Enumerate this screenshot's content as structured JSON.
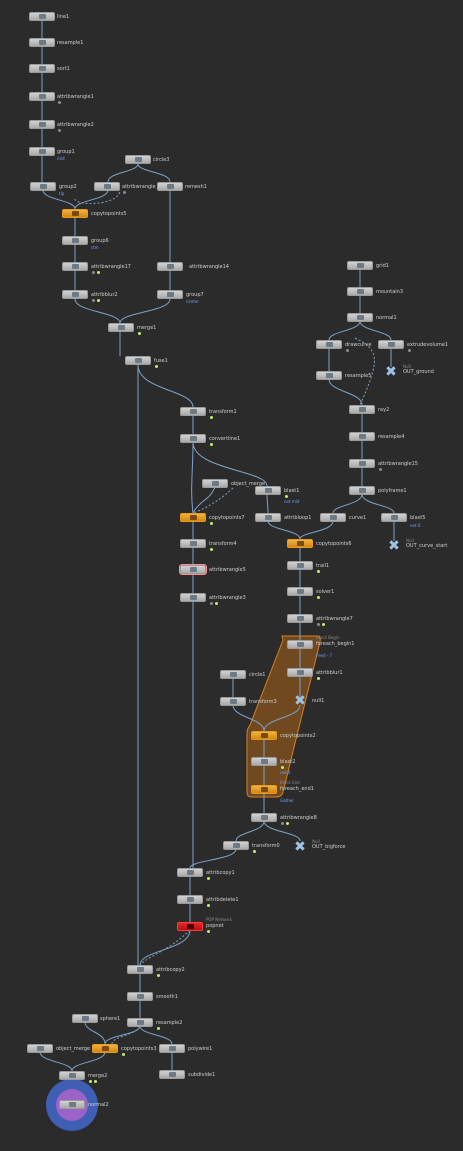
{
  "nodes": {
    "line1": {
      "label": "line1"
    },
    "resample1": {
      "label": "resample1"
    },
    "sort1": {
      "label": "sort1"
    },
    "attribwrangle1": {
      "label": "attribwrangle1"
    },
    "attribwrangle2": {
      "label": "attribwrangle2"
    },
    "group1": {
      "label": "group1",
      "sub": "mid"
    },
    "group2": {
      "label": "group2",
      "sub": "tip"
    },
    "circle3": {
      "label": "circle3"
    },
    "attribwrangle": {
      "label": "attribwrangle"
    },
    "remesh1": {
      "label": "remesh1"
    },
    "copytopoints5": {
      "label": "copytopoints5"
    },
    "group6": {
      "label": "group6",
      "sub": "stm"
    },
    "attribwrangle17": {
      "label": "attribwrangle17"
    },
    "attribwrangle14": {
      "label": "attribwrangle14"
    },
    "attribblur2": {
      "label": "attribblur2"
    },
    "group7": {
      "label": "group7",
      "sub": "center"
    },
    "merge1": {
      "label": "merge1"
    },
    "fuse1": {
      "label": "fuse1"
    },
    "grid1": {
      "label": "grid1"
    },
    "mountain3": {
      "label": "mountain3"
    },
    "normal1": {
      "label": "normal1"
    },
    "drawcurve": {
      "label": "drawcurve"
    },
    "extrudevolume1": {
      "label": "extrudevolume1"
    },
    "resample5": {
      "label": "resample5"
    },
    "out_ground": {
      "label": "OUT_ground",
      "note": "Null"
    },
    "ray2": {
      "label": "ray2"
    },
    "resample4": {
      "label": "resample4"
    },
    "attribwrangle15": {
      "label": "attribwrangle15"
    },
    "polyframe1": {
      "label": "polyframe1"
    },
    "transform1": {
      "label": "transform1"
    },
    "convertline1": {
      "label": "convertline1"
    },
    "object_merge": {
      "label": "object_merge"
    },
    "blast1": {
      "label": "blast1",
      "sub": "not mid"
    },
    "copytopoints7": {
      "label": "copytopoints7"
    },
    "attriblooP1": {
      "label": "attribloop1"
    },
    "curve1": {
      "label": "curve1"
    },
    "blast5": {
      "label": "blast5",
      "sub": "not 0"
    },
    "out_curve_start": {
      "label": "OUT_curve_start",
      "note": "Null"
    },
    "transform4": {
      "label": "transform4"
    },
    "copytopoints6": {
      "label": "copytopoints6"
    },
    "attribwrangle5": {
      "label": "attribwrangle5"
    },
    "trail1": {
      "label": "trail1"
    },
    "attribwrangle3": {
      "label": "attribwrangle3"
    },
    "solver1": {
      "label": "solver1"
    },
    "attribwrangle7": {
      "label": "attribwrangle7"
    },
    "foreach_begin1": {
      "label": "foreach_begin1",
      "sub": "Feed - 7",
      "note": "Block Begin"
    },
    "attribblur1": {
      "label": "attribblur1"
    },
    "circle1": {
      "label": "circle1"
    },
    "null1": {
      "label": "null1"
    },
    "transform3": {
      "label": "transform3"
    },
    "copytopoints2": {
      "label": "copytopoints2"
    },
    "blast2": {
      "label": "blast2",
      "sub": "not 0"
    },
    "foreach_end1": {
      "label": "foreach_end1",
      "sub": "Gather",
      "note": "Block End"
    },
    "attribwrangle8": {
      "label": "attribwrangle8"
    },
    "transform0": {
      "label": "transform0"
    },
    "out_bigforce": {
      "label": "OUT_bigforce",
      "note": "Null"
    },
    "attribcopy1": {
      "label": "attribcopy1"
    },
    "attribdelete1": {
      "label": "attribdelete1"
    },
    "popnet": {
      "label": "popnet",
      "note": "POP Network"
    },
    "attribcopy2": {
      "label": "attribcopy2"
    },
    "smooth1": {
      "label": "smooth1"
    },
    "sphere1": {
      "label": "sphere1"
    },
    "resample2": {
      "label": "resample2"
    },
    "object_merge2": {
      "label": "object_merge"
    },
    "copytopoints3": {
      "label": "copytopoints3"
    },
    "polywire1": {
      "label": "polywire1"
    },
    "merge2": {
      "label": "merge2"
    },
    "subdivide1": {
      "label": "subdivide1"
    },
    "normal2": {
      "label": "normal2"
    }
  },
  "colors": {
    "background": "#2b2b2b",
    "wire": "#7ea3c8",
    "node_default": "#bdbdbd",
    "node_orange": "#e79a1e",
    "node_red": "#d81b1b",
    "foreach_block": "#a9621a",
    "flag_green": "#bff06a",
    "group_text": "#6ea4ff",
    "display_ring": "#3f5fb4",
    "render_disc": "#9b63c7"
  }
}
